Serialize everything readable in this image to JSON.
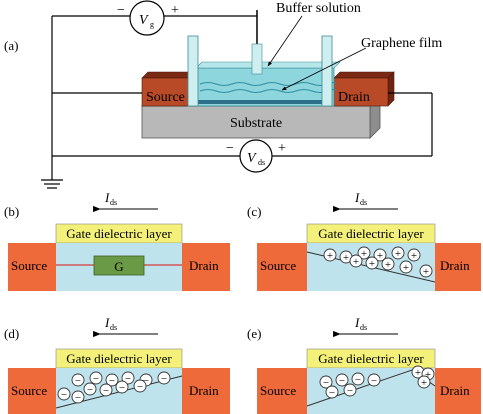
{
  "panel_a": {
    "label": "(a)",
    "vg_symbol": "V",
    "vg_subscript": "g",
    "vg_minus": "−",
    "vg_plus": "+",
    "buffer_label": "Buffer solution",
    "graphene_label": "Graphene film",
    "source_label": "Source",
    "drain_label": "Drain",
    "substrate_label": "Substrate",
    "vds_symbol": "V",
    "vds_subscript": "ds",
    "vds_minus": "−",
    "vds_plus": "+"
  },
  "current": {
    "symbol": "I",
    "subscript": "ds"
  },
  "panels": [
    {
      "label": "(b)",
      "dielectric": "Gate dielectric layer",
      "source": "Source",
      "drain": "Drain",
      "gate": "G"
    },
    {
      "label": "(c)",
      "dielectric": "Gate dielectric layer",
      "source": "Source",
      "drain": "Drain",
      "charge": "+"
    },
    {
      "label": "(d)",
      "dielectric": "Gate dielectric layer",
      "source": "Source",
      "drain": "Drain",
      "charge": "−"
    },
    {
      "label": "(e)",
      "dielectric": "Gate dielectric layer",
      "source": "Source",
      "drain": "Drain",
      "charge_neg": "−",
      "charge_pos": "+"
    }
  ],
  "colors": {
    "electrode_top": "#9b3a1e",
    "electrode_front": "#b84a28",
    "substrate": "#b8b8b8",
    "solution": "#8ed6dd",
    "panel_electrode": "#ef6a3b",
    "dielectric": "#f4f17a",
    "channel": "#bfe3ec",
    "gate_box": "#6a9a45"
  }
}
